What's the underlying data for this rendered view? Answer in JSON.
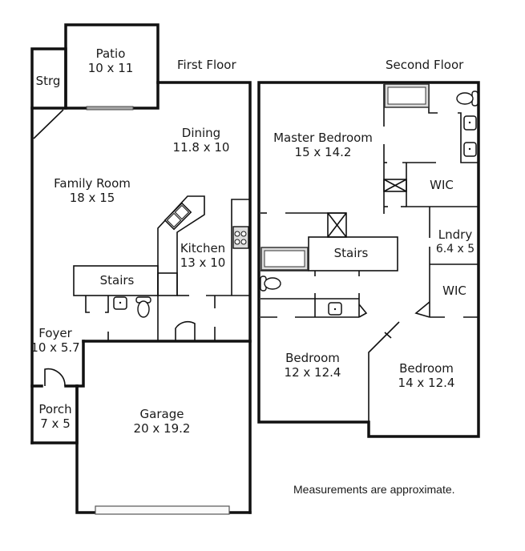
{
  "floors": {
    "first": {
      "title": "First Floor",
      "rooms": {
        "patio": {
          "name": "Patio",
          "size": "10 x 11"
        },
        "storage": {
          "name": "Strg"
        },
        "dining": {
          "name": "Dining",
          "size": "11.8 x 10"
        },
        "family_room": {
          "name": "Family Room",
          "size": "18 x 15"
        },
        "kitchen": {
          "name": "Kitchen",
          "size": "13 x 10"
        },
        "stairs": {
          "name": "Stairs"
        },
        "foyer": {
          "name": "Foyer",
          "size": "10 x 5.7"
        },
        "porch": {
          "name": "Porch",
          "size": "7 x 5"
        },
        "garage": {
          "name": "Garage",
          "size": "20 x 19.2"
        }
      }
    },
    "second": {
      "title": "Second Floor",
      "rooms": {
        "master_bedroom": {
          "name": "Master Bedroom",
          "size": "15 x 14.2"
        },
        "wic_master": {
          "name": "WIC"
        },
        "laundry": {
          "name": "Lndry",
          "size": "6.4 x 5"
        },
        "stairs": {
          "name": "Stairs"
        },
        "wic_2": {
          "name": "WIC"
        },
        "bedroom_2": {
          "name": "Bedroom",
          "size": "12 x 12.4"
        },
        "bedroom_3": {
          "name": "Bedroom",
          "size": "14 x 12.4"
        }
      }
    }
  },
  "footnote": "Measurements are approximate."
}
